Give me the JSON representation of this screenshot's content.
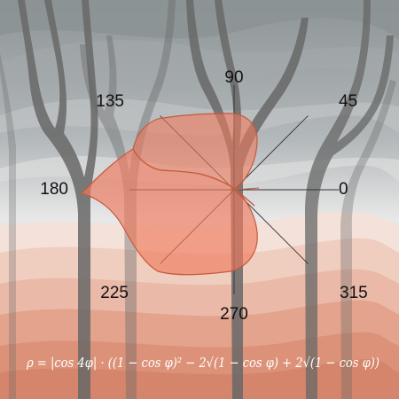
{
  "scene": {
    "background_colors": [
      "#8e9597",
      "#b7bcbd",
      "#e9e9e9",
      "#f1d9d0",
      "#e9b3a2",
      "#d98a72"
    ],
    "tree_color": "#6b6b6b",
    "leaf_fill": "#f07a5c",
    "leaf_stroke": "#c65a3c"
  },
  "polar": {
    "angles": [
      {
        "degrees": 0,
        "label": "0"
      },
      {
        "degrees": 45,
        "label": "45"
      },
      {
        "degrees": 90,
        "label": "90"
      },
      {
        "degrees": 135,
        "label": "135"
      },
      {
        "degrees": 180,
        "label": "180"
      },
      {
        "degrees": 225,
        "label": "225"
      },
      {
        "degrees": 270,
        "label": "270"
      },
      {
        "degrees": 315,
        "label": "315"
      }
    ]
  },
  "formula": {
    "text": "ρ = |cos 4φ| · ((1 − cos φ)² − 2√(1 − cos φ) + 2√(1 − cos φ))"
  }
}
